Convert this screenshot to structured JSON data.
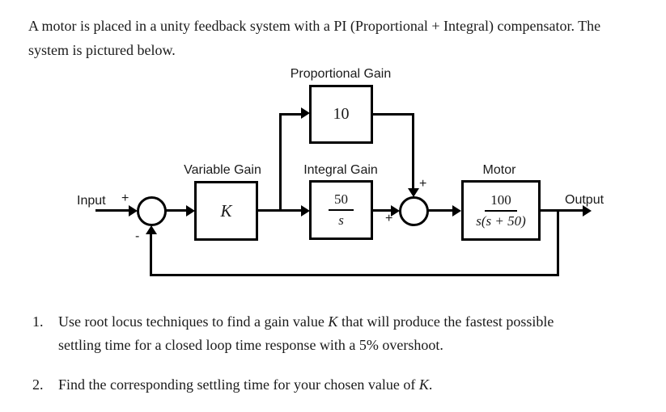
{
  "intro": "A motor is placed in a unity feedback system with a PI (Proportional + Integral) compensator. The system is pictured below.",
  "diagram": {
    "labels": {
      "proportional_gain": "Proportional Gain",
      "variable_gain": "Variable Gain",
      "integral_gain": "Integral Gain",
      "motor": "Motor",
      "input": "Input",
      "output": "Output"
    },
    "signs": {
      "sum1_plus": "+",
      "sum1_minus": "-",
      "sum2_plus_top": "+",
      "sum2_plus_left": "+"
    },
    "blocks": {
      "proportional": {
        "value": "10"
      },
      "variable": {
        "value": "K"
      },
      "integral": {
        "num": "50",
        "den": "s"
      },
      "motor": {
        "num": "100",
        "den": "s(s + 50)"
      }
    },
    "colors": {
      "stroke": "#000000",
      "fill": "#ffffff"
    }
  },
  "questions": {
    "items": [
      {
        "number": "1.",
        "pre": "Use root locus techniques to find a gain value ",
        "emph": "K",
        "post": " that will produce the fastest possible settling time for a closed loop time response with a 5% overshoot."
      },
      {
        "number": "2.",
        "pre": "Find the corresponding settling time for your chosen value of ",
        "emph": "K",
        "post": "."
      }
    ]
  },
  "colors": {
    "text": "#1a1a1a",
    "background": "#ffffff"
  }
}
